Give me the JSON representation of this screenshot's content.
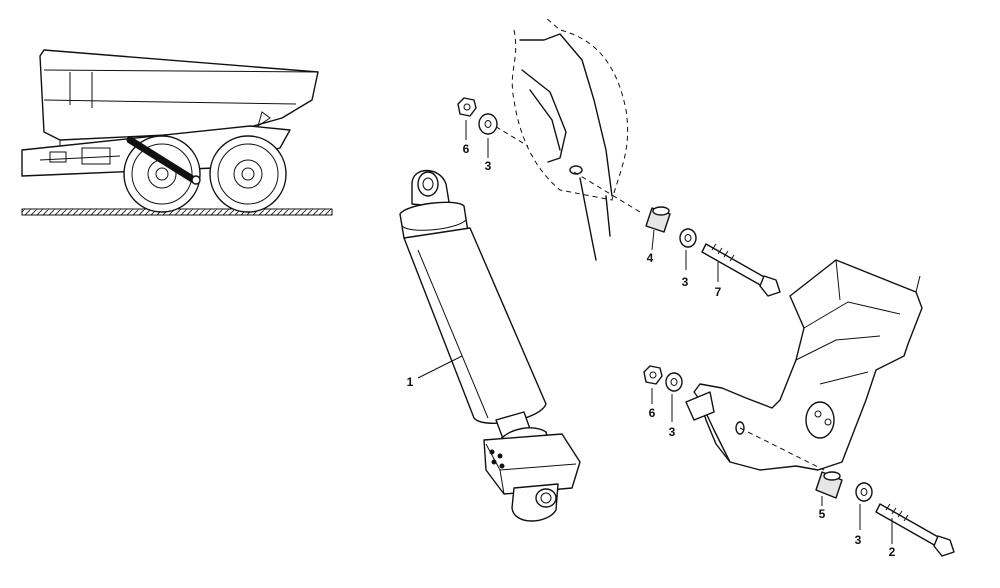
{
  "callouts": {
    "c1": "1",
    "c2": "2",
    "c3a": "3",
    "c3b": "3",
    "c3c": "3",
    "c3d": "3",
    "c4": "4",
    "c5": "5",
    "c6a": "6",
    "c6b": "6",
    "c7": "7"
  },
  "icons": [
    "dump-truck-locator-icon",
    "cylinder-icon",
    "bracket-icon",
    "bolt-icon",
    "nut-icon",
    "washer-icon",
    "bushing-icon"
  ]
}
